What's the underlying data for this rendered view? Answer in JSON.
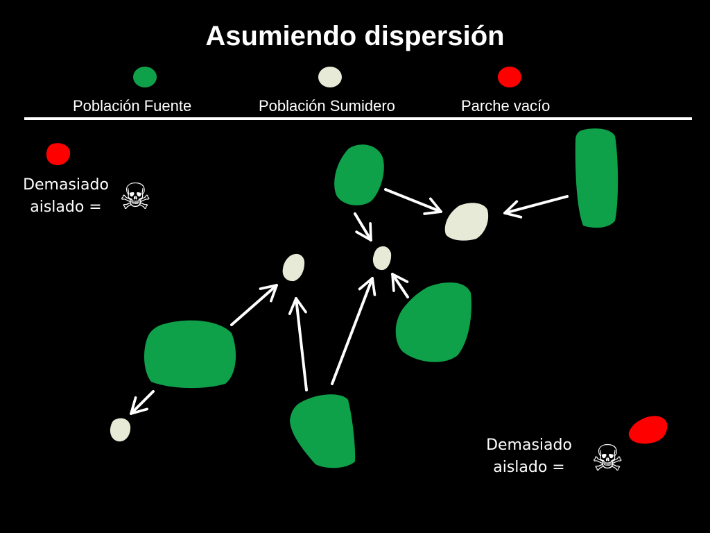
{
  "title": "Asumiendo dispersión",
  "legend": [
    {
      "label": "Población Fuente",
      "color": "#0fa04a"
    },
    {
      "label": "Población Sumidero",
      "color": "#e8ead8"
    },
    {
      "label": "Parche vacío",
      "color": "#ff0000"
    }
  ],
  "notes": {
    "top_left": {
      "line1": "Demasiado",
      "line2": "aislado =",
      "icon": "skull-crossbones-icon"
    },
    "bottom_right": {
      "line1": "Demasiado",
      "line2": "aislado =",
      "icon": "skull-crossbones-icon"
    }
  },
  "colors": {
    "source": "#0fa04a",
    "sink": "#e8ead8",
    "empty": "#ff0000",
    "background": "#000000",
    "arrow": "#ffffff"
  }
}
